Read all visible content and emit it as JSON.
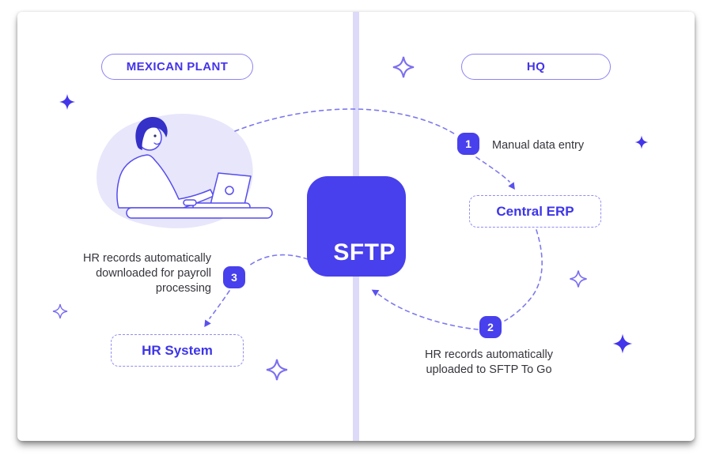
{
  "diagram": {
    "left_region": {
      "label": "MEXICAN PLANT",
      "node_label": "HR System",
      "step3": {
        "number": "3",
        "lines": [
          "HR records automatically",
          "downloaded for payroll",
          "processing"
        ]
      }
    },
    "right_region": {
      "label": "HQ",
      "node_label": "Central ERP",
      "step1": {
        "number": "1",
        "label": "Manual data entry"
      },
      "step2": {
        "number": "2",
        "lines": [
          "HR records automatically",
          "uploaded to SFTP To Go"
        ]
      }
    },
    "hub": {
      "label": "SFTP"
    },
    "colors": {
      "primary": "#4840ec",
      "pill_border": "#8d83f3",
      "pill_text": "#4334e8",
      "dashed_node_border": "#918df3",
      "node_text": "#3d35e8",
      "arrow_dash": "#7d79ee",
      "divider": "#dcdaf8",
      "illustration_blob": "#e7e6fb",
      "illustration_stroke": "#554cee",
      "hair_fill": "#3430c8",
      "body_text": "#35353d",
      "hub_text": "#ffffff",
      "card_bg": "#ffffff"
    },
    "icons": {
      "sparkle_filled": "✦",
      "sparkle_outline": "✧",
      "person_illustration": "person-working-on-laptop"
    }
  }
}
